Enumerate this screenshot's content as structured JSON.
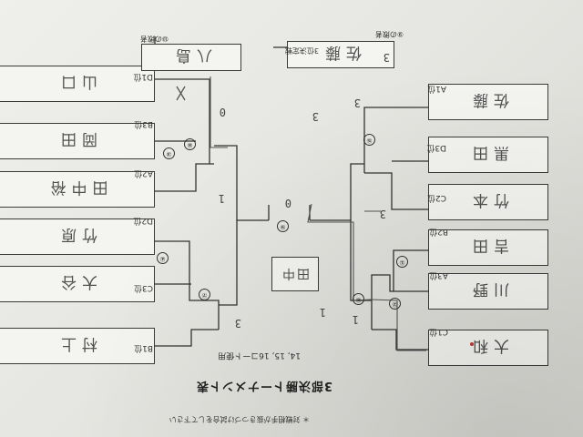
{
  "title": "3部決勝トーナメント表",
  "note": "14, 15, 16コート使用",
  "footnote": "＊ 対戦相手が抜きつづけ試合をして下さい",
  "labels": {
    "final": "⑨の敗者",
    "third_place": "3位決定戦",
    "final_loser": "⑩の敗者"
  },
  "left_entries": [
    {
      "seed": "C1位",
      "name": "大和"
    },
    {
      "seed": "A3位",
      "name": "川野"
    },
    {
      "seed": "B2位",
      "name": "吉田"
    },
    {
      "seed": "C2位",
      "name": "竹本"
    },
    {
      "seed": "D3位",
      "name": "黒田"
    },
    {
      "seed": "A1位",
      "name": "佐藤"
    }
  ],
  "right_entries": [
    {
      "seed": "B1位",
      "name": "村上"
    },
    {
      "seed": "C3位",
      "name": "大谷"
    },
    {
      "seed": "D2位",
      "name": "竹原"
    },
    {
      "seed": "A2位",
      "name": "田中裕"
    },
    {
      "seed": "B3位",
      "name": "岡田"
    },
    {
      "seed": "D1位",
      "name": "山口"
    }
  ],
  "champion": {
    "name": "田中"
  },
  "third_place_match": {
    "left": "佐藤",
    "right": "八島"
  },
  "match_numbers": [
    "①",
    "②",
    "③",
    "④",
    "⑤",
    "⑥",
    "⑦",
    "⑧",
    "⑨"
  ],
  "pen_marks": [
    "3",
    "1",
    "3",
    "3",
    "1",
    "0",
    "3",
    "0",
    "3",
    "1"
  ]
}
